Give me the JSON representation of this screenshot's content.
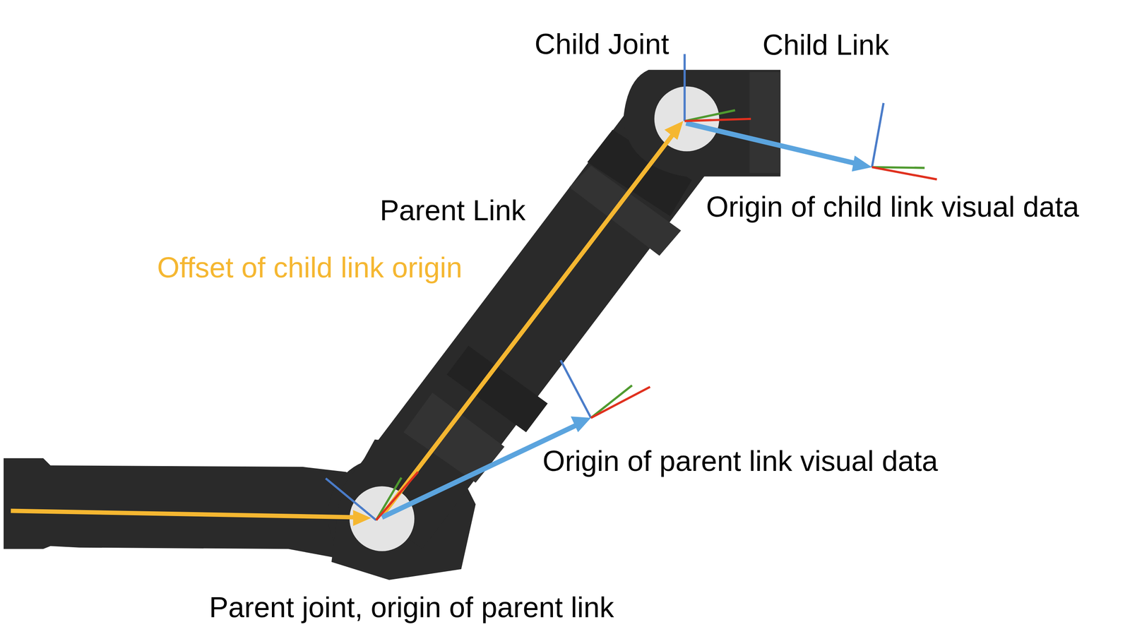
{
  "diagram": {
    "labels": [
      "Child Joint",
      "Child Link",
      "Parent Link",
      "Offset of child link origin",
      "Origin of child link visual data",
      "Origin of parent link visual data",
      "Parent joint, origin of parent link"
    ]
  }
}
